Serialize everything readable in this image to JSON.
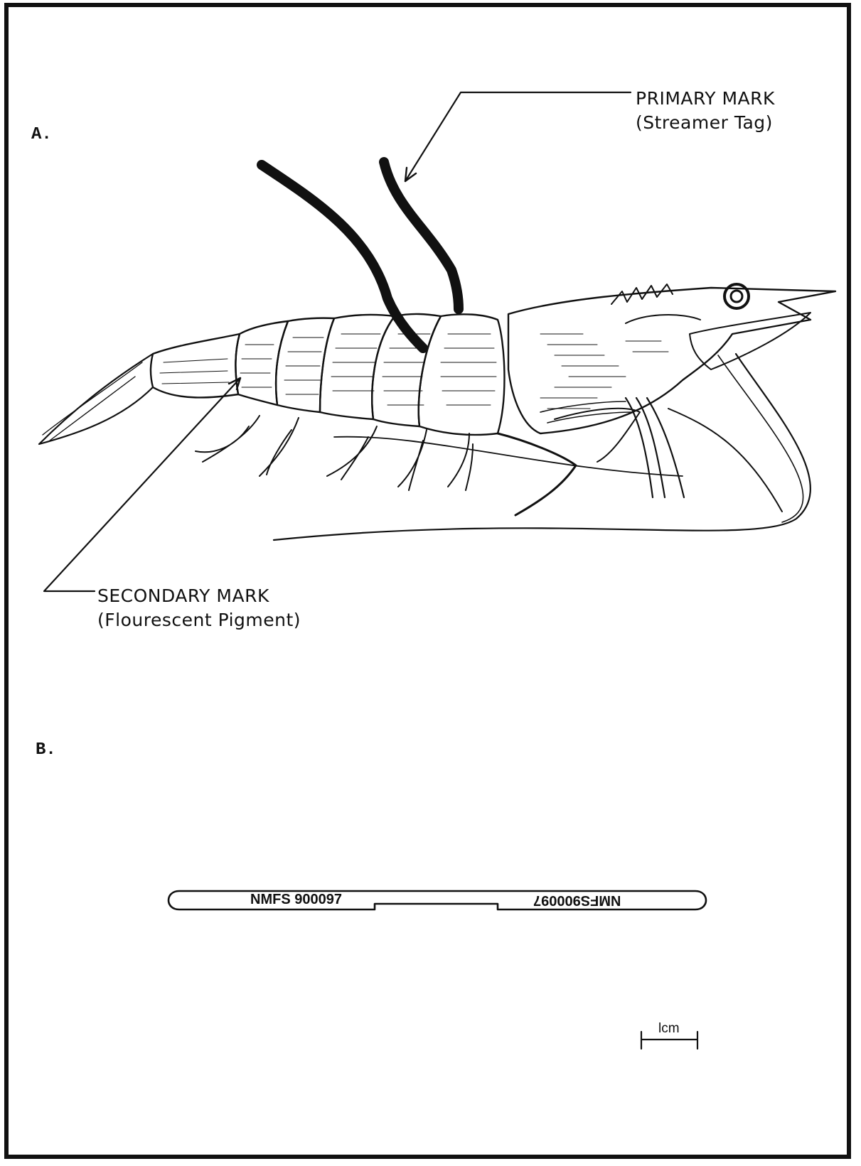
{
  "panels": {
    "a_label": "A.",
    "b_label": "B."
  },
  "callouts": {
    "primary": {
      "line1": "PRIMARY MARK",
      "line2": "(Streamer Tag)"
    },
    "secondary": {
      "line1": "SECONDARY MARK",
      "line2": "(Flourescent Pigment)"
    }
  },
  "tag": {
    "left_text": "NMFS 900097",
    "right_text": "NMFS900097"
  },
  "scale_bar": {
    "label": "lcm"
  },
  "colors": {
    "ink": "#111111",
    "paper": "#ffffff"
  }
}
